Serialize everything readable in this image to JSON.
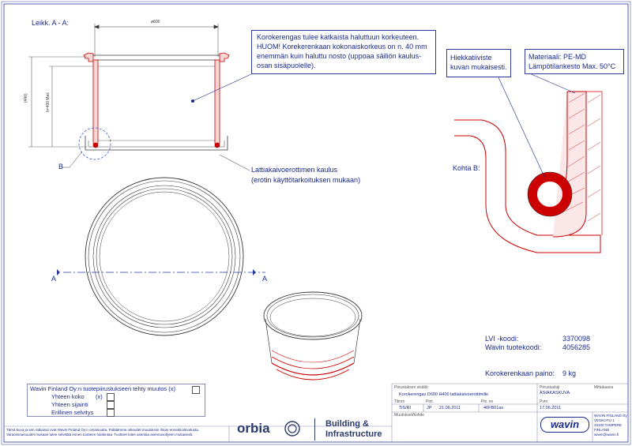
{
  "section_label": "Leikk. A - A:",
  "dimension_diameter": "ø600",
  "dimension_height_left": "(440)",
  "dimension_height_inner": "h=400 Max",
  "marker_b": "B",
  "marker_a_left": "A",
  "marker_a_right": "A",
  "note_main": [
    "Korokerengas tulee katkaista haluttuun korkeuteen.",
    "HUOM! Korekerenkaan kokonaiskorkeus on n. 40 mm",
    "enemmän kuin haluttu nosto (uppoaa säiliön kaulus-",
    "osan sisäpuolelle)."
  ],
  "note_seal": [
    "Hiekkatiiviste",
    "kuvan mukaisesti."
  ],
  "note_material": [
    "Materiaali: PE-MD",
    "Lämpötilankesto Max. 50°C"
  ],
  "detail_label": "Kohta B:",
  "collar_note": [
    "Lattiakaivoerottimen kaulus",
    "(erotin käyttötarkoituksen mukaan)"
  ],
  "product": {
    "lvi_label": "LVI -koodi:",
    "lvi_value": "3370098",
    "wavin_label": "Wavin tuotekoodi:",
    "wavin_value": "4056285",
    "weight_label": "Korokerenkaan paino:",
    "weight_value": "9 kg"
  },
  "disclaimer_box": {
    "title": "Wavin Finland Oy:n tuotepiirustukseen tehty muutos (x)",
    "items": [
      "Yhteen koko",
      "Yhteen sijainti",
      "Erillinen selvitys"
    ],
    "x_mark": "(x)"
  },
  "legal_text": "Tämä kuva ja sen ratkaisut ovat Wavin Finland Oy:n omaisuutta. Pidätämme oikeudet muutoksiin ilman ennakkoilmoitusta. Varaominaisuudet mukaan tulee selvittää ennen tuotteen hankintaa. Tuotteet tulee asentaa asennusohjeen mukaisesti.",
  "logo_orbia": "orbia",
  "logo_bi_line1": "Building &",
  "logo_bi_line2": "Infrastructure",
  "title_block": {
    "name_label": "Piirustuksen sisältö",
    "name_line1": "Korokerengas D600 H400 lattiakaivoerottimille",
    "type_label": "Piirustuslaji",
    "type_value": "ASIAKASKUVA",
    "dept_label": "Tilinro",
    "dept_value": "TiS/RI",
    "drawn_label": "Piirt.",
    "drawn_value": "JP",
    "date_value": "21.06.2011",
    "drawing_no_label": "Piir. no",
    "drawing_no_value": "46FB01as",
    "approved_label": "Pvm.",
    "approved_value": "17.06.2011",
    "rev_label": "Muutokset/kohde",
    "scale_label": "Mittakaava",
    "company_lines": [
      "WAVIN FINLAND Oy",
      "VESIKATU 1",
      "33100 TAMPERE",
      "FINLAND",
      "wavin@wavin.fi"
    ],
    "wavin_logo": "wavin"
  }
}
